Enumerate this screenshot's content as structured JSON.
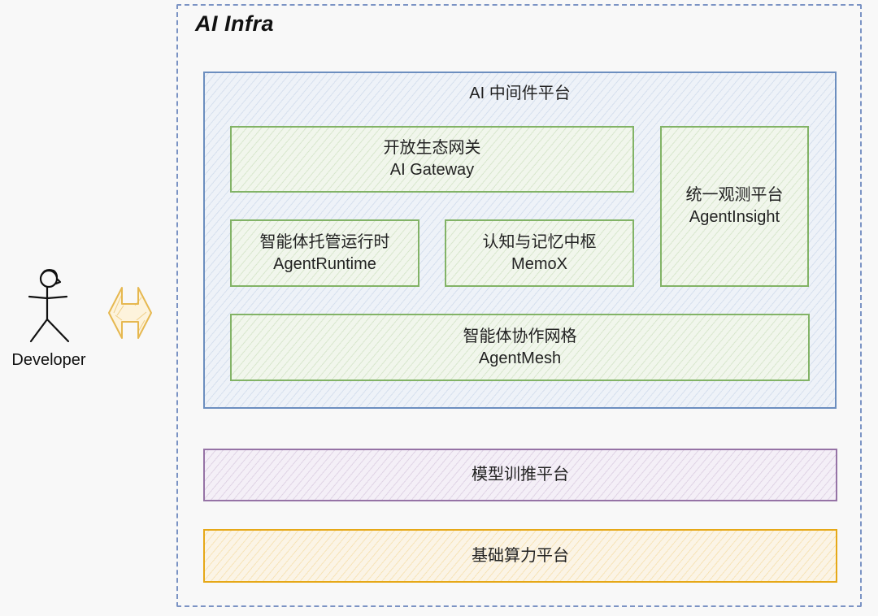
{
  "outer": {
    "title": "AI Infra"
  },
  "middleware": {
    "title": "AI 中间件平台",
    "gateway": {
      "zh": "开放生态网关",
      "en": "AI Gateway"
    },
    "runtime": {
      "zh": "智能体托管运行时",
      "en": "AgentRuntime"
    },
    "memo": {
      "zh": "认知与记忆中枢",
      "en": "MemoX"
    },
    "insight": {
      "zh": "统一观测平台",
      "en": "AgentInsight"
    },
    "mesh": {
      "zh": "智能体协作网格",
      "en": "AgentMesh"
    }
  },
  "training": {
    "label": "模型训推平台"
  },
  "compute": {
    "label": "基础算力平台"
  },
  "developer": {
    "label": "Developer",
    "icon": "stick-figure-icon"
  },
  "connector": {
    "icon": "double-arrow-icon"
  },
  "colors": {
    "middleware_border": "#6c8ebf",
    "component_border": "#82b366",
    "training_border": "#9673a6",
    "compute_border": "#e6a817",
    "arrow": "#e6b850",
    "outer_border": "#7b93c4"
  }
}
